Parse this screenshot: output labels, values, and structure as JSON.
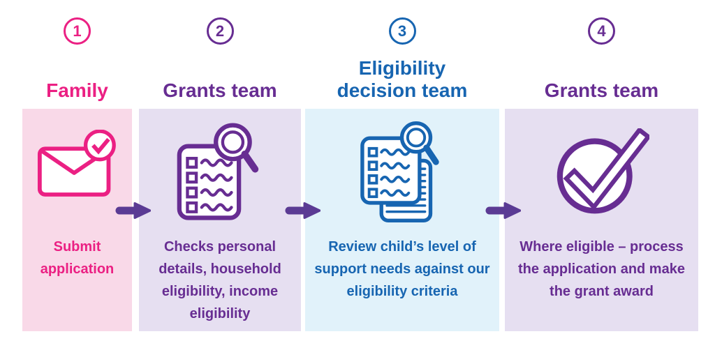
{
  "arrow_color": "#5B3B94",
  "steps": [
    {
      "number": "1",
      "actor": "Family",
      "description": "Submit application",
      "icon": "envelope-check-icon",
      "accent": "#EB2083",
      "bg": "#F9D9E8"
    },
    {
      "number": "2",
      "actor": "Grants team",
      "description": "Checks personal details, household eligibility, income eligibility",
      "icon": "checklist-magnifier-icon",
      "accent": "#672D92",
      "bg": "#E6DFF1"
    },
    {
      "number": "3",
      "actor": "Eligibility decision team",
      "description": "Review child’s level of support needs against our eligibility criteria",
      "icon": "documents-magnifier-icon",
      "accent": "#1765B1",
      "bg": "#E1F2FA"
    },
    {
      "number": "4",
      "actor": "Grants team",
      "description": "Where eligible – process the application and make the grant award",
      "icon": "circle-check-icon",
      "accent": "#672D92",
      "bg": "#E6DFF1"
    }
  ]
}
